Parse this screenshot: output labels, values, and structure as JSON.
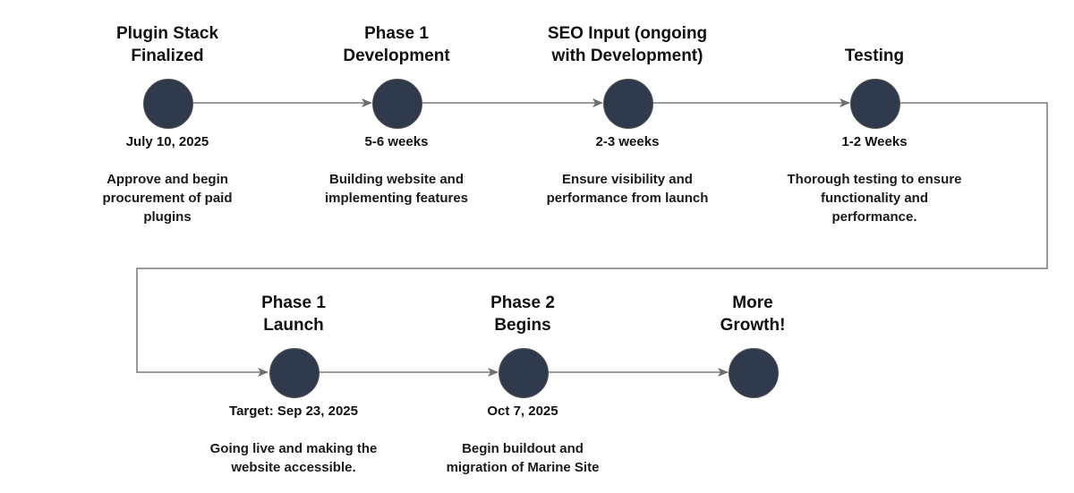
{
  "colors": {
    "node": "#2f3a4d",
    "line": "#7a7a7a"
  },
  "milestones": [
    {
      "title": "Plugin Stack Finalized",
      "date": "July 10, 2025",
      "desc": "Approve and begin procurement of paid plugins"
    },
    {
      "title": "Phase 1 Development",
      "date": "5-6 weeks",
      "desc": "Building website and implementing features"
    },
    {
      "title": "SEO Input (ongoing with Development)",
      "date": "2-3 weeks",
      "desc": "Ensure visibility and performance from launch"
    },
    {
      "title": "Testing",
      "date": "1-2 Weeks",
      "desc": "Thorough testing to ensure functionality and performance."
    },
    {
      "title": "Phase 1 Launch",
      "date": "Target: Sep 23, 2025",
      "desc": "Going live and making the website accessible."
    },
    {
      "title": "Phase 2 Begins",
      "date": "Oct 7, 2025",
      "desc": "Begin buildout and migration of Marine Site"
    },
    {
      "title": "More Growth!",
      "date": "",
      "desc": ""
    }
  ]
}
